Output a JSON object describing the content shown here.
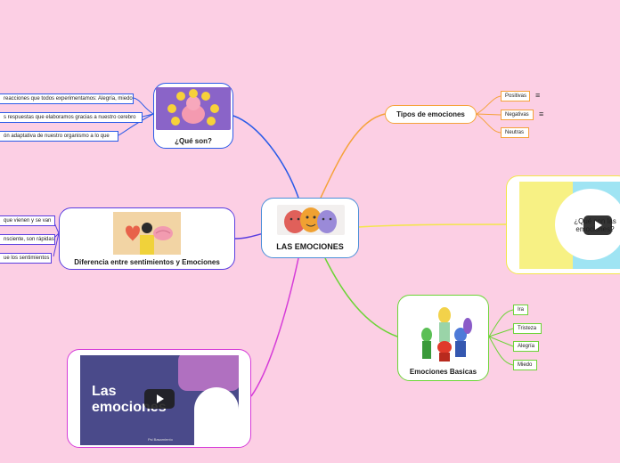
{
  "central": {
    "title": "LAS EMOCIONES"
  },
  "que_son": {
    "title": "¿Qué son?",
    "items": [
      "reacciones que todos experimentamos: Alegría, miedo",
      "s respuestas que elaboramos gracias a nuestro cerebro",
      "ón adaptativa de nuestro organismo a lo que"
    ]
  },
  "diferencia": {
    "title": "Diferencia entre sentimientos y Emociones",
    "items": [
      "que vienen y se van",
      "nsciente, son rápidas",
      "ue los sentimientos"
    ]
  },
  "tipos": {
    "title": "Tipos de emociones",
    "items": [
      "Positivas",
      "Negativas",
      "Neutras"
    ],
    "menu_icon": "≡"
  },
  "basicas": {
    "title": "Emociones Basicas",
    "items": [
      "Ira",
      "Tristeza",
      "Alegría",
      "Miedo"
    ]
  },
  "video_right": {
    "title_text": "¿Qué son las emociones?"
  },
  "video_bottom": {
    "title_line1": "Las",
    "title_line2": "emociones",
    "footer": "Psi Basamiento"
  },
  "colors": {
    "background": "#fccfe4",
    "central_border": "#4a8fd8",
    "que_son": "#2a5be8",
    "diferencia": "#5a3ee0",
    "tipos": "#f5a23a",
    "basicas": "#6bd436",
    "video_right": "#f3e64a",
    "video_bottom": "#d63cd8"
  }
}
